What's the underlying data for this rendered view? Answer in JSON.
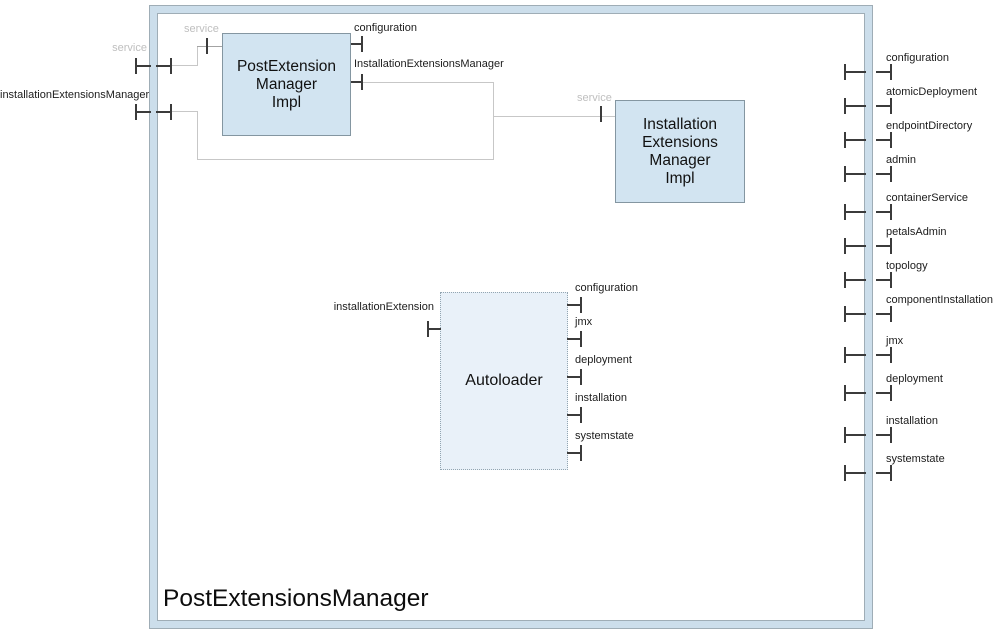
{
  "diagram_title": "PostExtensionsManager",
  "colors": {
    "component_fill": "#d2e4f1",
    "component_border": "#8496a1",
    "autoloader_fill": "#e9f1f9",
    "frame_band": "#ccdeeb",
    "frame_border": "#9fadb6",
    "wire": "#c7c7c7",
    "connector": "#3b3b3b",
    "muted_label": "#bfbfbf"
  },
  "external_left_ports": [
    "service",
    "installationExtensionsManager"
  ],
  "external_right_ports": [
    "configuration",
    "atomicDeployment",
    "endpointDirectory",
    "admin",
    "containerService",
    "petalsAdmin",
    "topology",
    "componentInstallation",
    "jmx",
    "deployment",
    "installation",
    "systemstate"
  ],
  "components": {
    "post_extension_manager_impl": {
      "title_lines": [
        "PostExtension",
        "Manager",
        "Impl"
      ],
      "port_service": "service",
      "port_configuration": "configuration",
      "port_installation_extensions_manager": "InstallationExtensionsManager"
    },
    "installation_extensions_manager_impl": {
      "title_lines": [
        "Installation",
        "Extensions",
        "Manager",
        "Impl"
      ],
      "port_service": "service"
    },
    "autoloader": {
      "title": "Autoloader",
      "port_left": "installationExtension",
      "ports_right": [
        "configuration",
        "jmx",
        "deployment",
        "installation",
        "systemstate"
      ]
    }
  }
}
